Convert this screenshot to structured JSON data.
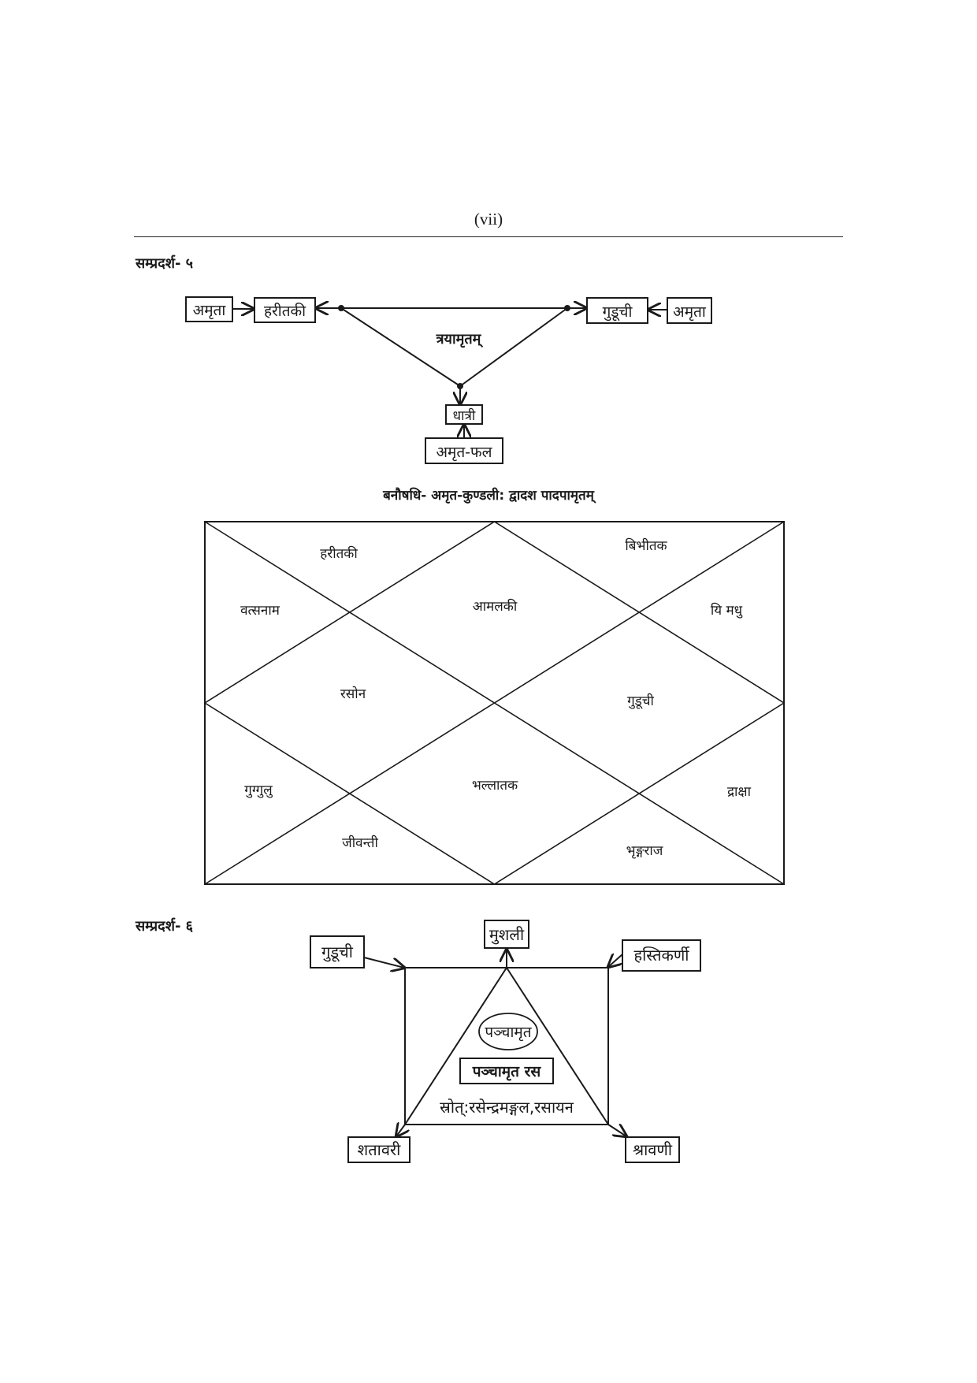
{
  "page": {
    "number": "(vii)"
  },
  "figure5": {
    "title": "सम्प्रदर्श- ५",
    "center_label": "त्रयामृतम्",
    "nodes": {
      "left_source": "अमृता",
      "left_target": "हरीतकी",
      "right_target": "गुडूची",
      "right_source": "अमृता",
      "bottom_target": "धात्री",
      "bottom_source": "अमृत-फल"
    }
  },
  "kundali": {
    "caption": "बनौषधि-  अमृत-कुण्डली:  द्वादश पादपामृतम्",
    "houses": [
      "हरीतकी",
      "बिभीतक",
      "वत्सनाम",
      "आमलकी",
      "यि मधु",
      "रसोन",
      "गुडूची",
      "गुग्गुलु",
      "भल्लातक",
      "द्राक्षा",
      "जीवन्ती",
      "भृङ्गराज"
    ]
  },
  "figure6": {
    "title": "सम्प्रदर्श- ६",
    "oval_label": "पञ्चामृत",
    "boxed_label": "पञ्चामृत रस",
    "source_text": "स्रोत्:रसेन्द्रमङ्गल,रसायन",
    "nodes": {
      "top": "मुशली",
      "top_left": "गुडूची",
      "top_right": "हस्तिकर्णी",
      "bottom_left": "शतावरी",
      "bottom_right": "श्रावणी"
    }
  }
}
